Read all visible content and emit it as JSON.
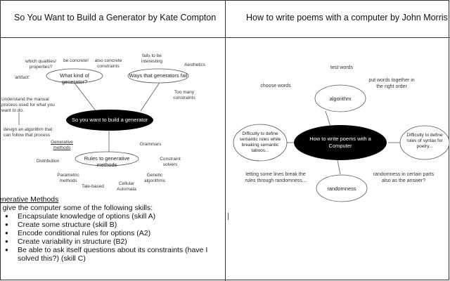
{
  "left_panel": {
    "title": "So You Want to Build a Generator by Kate Compton",
    "nodes": {
      "center": "So you want to build a generator",
      "what_kind": "What kind of generator?",
      "ways_fail": "Ways that generators fail",
      "rules": "Rules to generative methods"
    },
    "labels": {
      "which_qualities": "which qualities/ properties?",
      "be_concrete": "be concrete!",
      "also_concrete": "also concrete constraints",
      "fails_interesting": "fails to be interesting",
      "aesthetics": "Aesthetics",
      "artifact": "'artifact'",
      "too_many": "Too many constraints",
      "understand": "Understand the manual process used for what you want to do.",
      "design_algorithm": "design an algorithm that can follow that process",
      "generative_methods": "Generative methods",
      "grammars": "Grammars",
      "distribution": "Distribution",
      "constraint_solvers": "Constraint solvers",
      "parametric": "Parametric methods",
      "genetic": "Genetic algorithms",
      "tale_based": "Tale-based",
      "cellular": "Cellular Automata"
    },
    "methods": {
      "heading": "enerative Methods",
      "intro": "ll give the computer some of the following skills:",
      "items": [
        "Encapsulate knowledge of options (skill A)",
        "Create some structure (skill B)",
        "Encode conditional rules for options (A2)",
        "Create variability in structure (B2)",
        "Be able to ask itself questions about its constraints (have I solved this?) (skill C)"
      ]
    }
  },
  "right_panel": {
    "title": "How to write poems with a computer by John Morris",
    "nodes": {
      "center": "How to write poems with a Computer",
      "algorithm": "algorithm",
      "randomness": "randomness",
      "semantic": "Difficulty to define semantic rules while breaking semantic taboos...",
      "syntax": "Difficulty to define rules of syntax for poetry..."
    },
    "labels": {
      "test_words": "test words",
      "choose_words": "choose words",
      "put_together": "put words together in the right order",
      "letting_lines": "letting some lines break the rules through randomness...",
      "randomness_parts": "randomness in certain parts also as the answer?"
    }
  }
}
